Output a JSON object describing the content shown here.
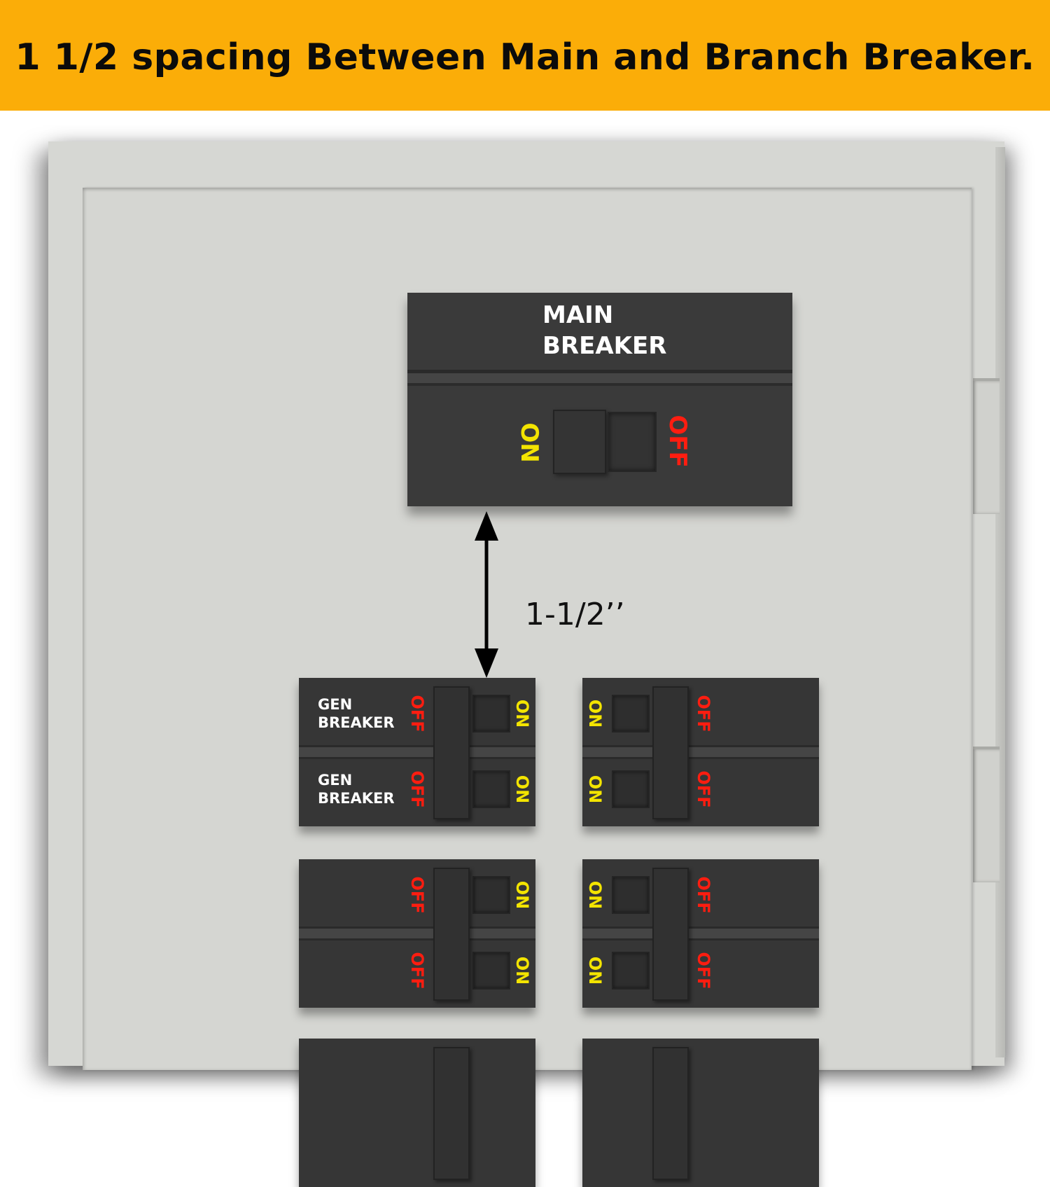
{
  "banner": {
    "title": "1 1/2 spacing Between Main and Branch Breaker.",
    "color": "#fbad08"
  },
  "main_breaker": {
    "title_line1": "MAIN",
    "title_line2": "BREAKER",
    "on_label": "ON",
    "off_label": "OFF"
  },
  "measurement": {
    "label": "1-1/2’’"
  },
  "branch_breakers": {
    "gen_line1": "GEN",
    "gen_line2": "BREAKER",
    "on_label": "ON",
    "off_label": "OFF"
  },
  "colors": {
    "on": "#f3e400",
    "off": "#ff1d10",
    "breaker": "#363636",
    "panel": "#d6d7d3"
  }
}
